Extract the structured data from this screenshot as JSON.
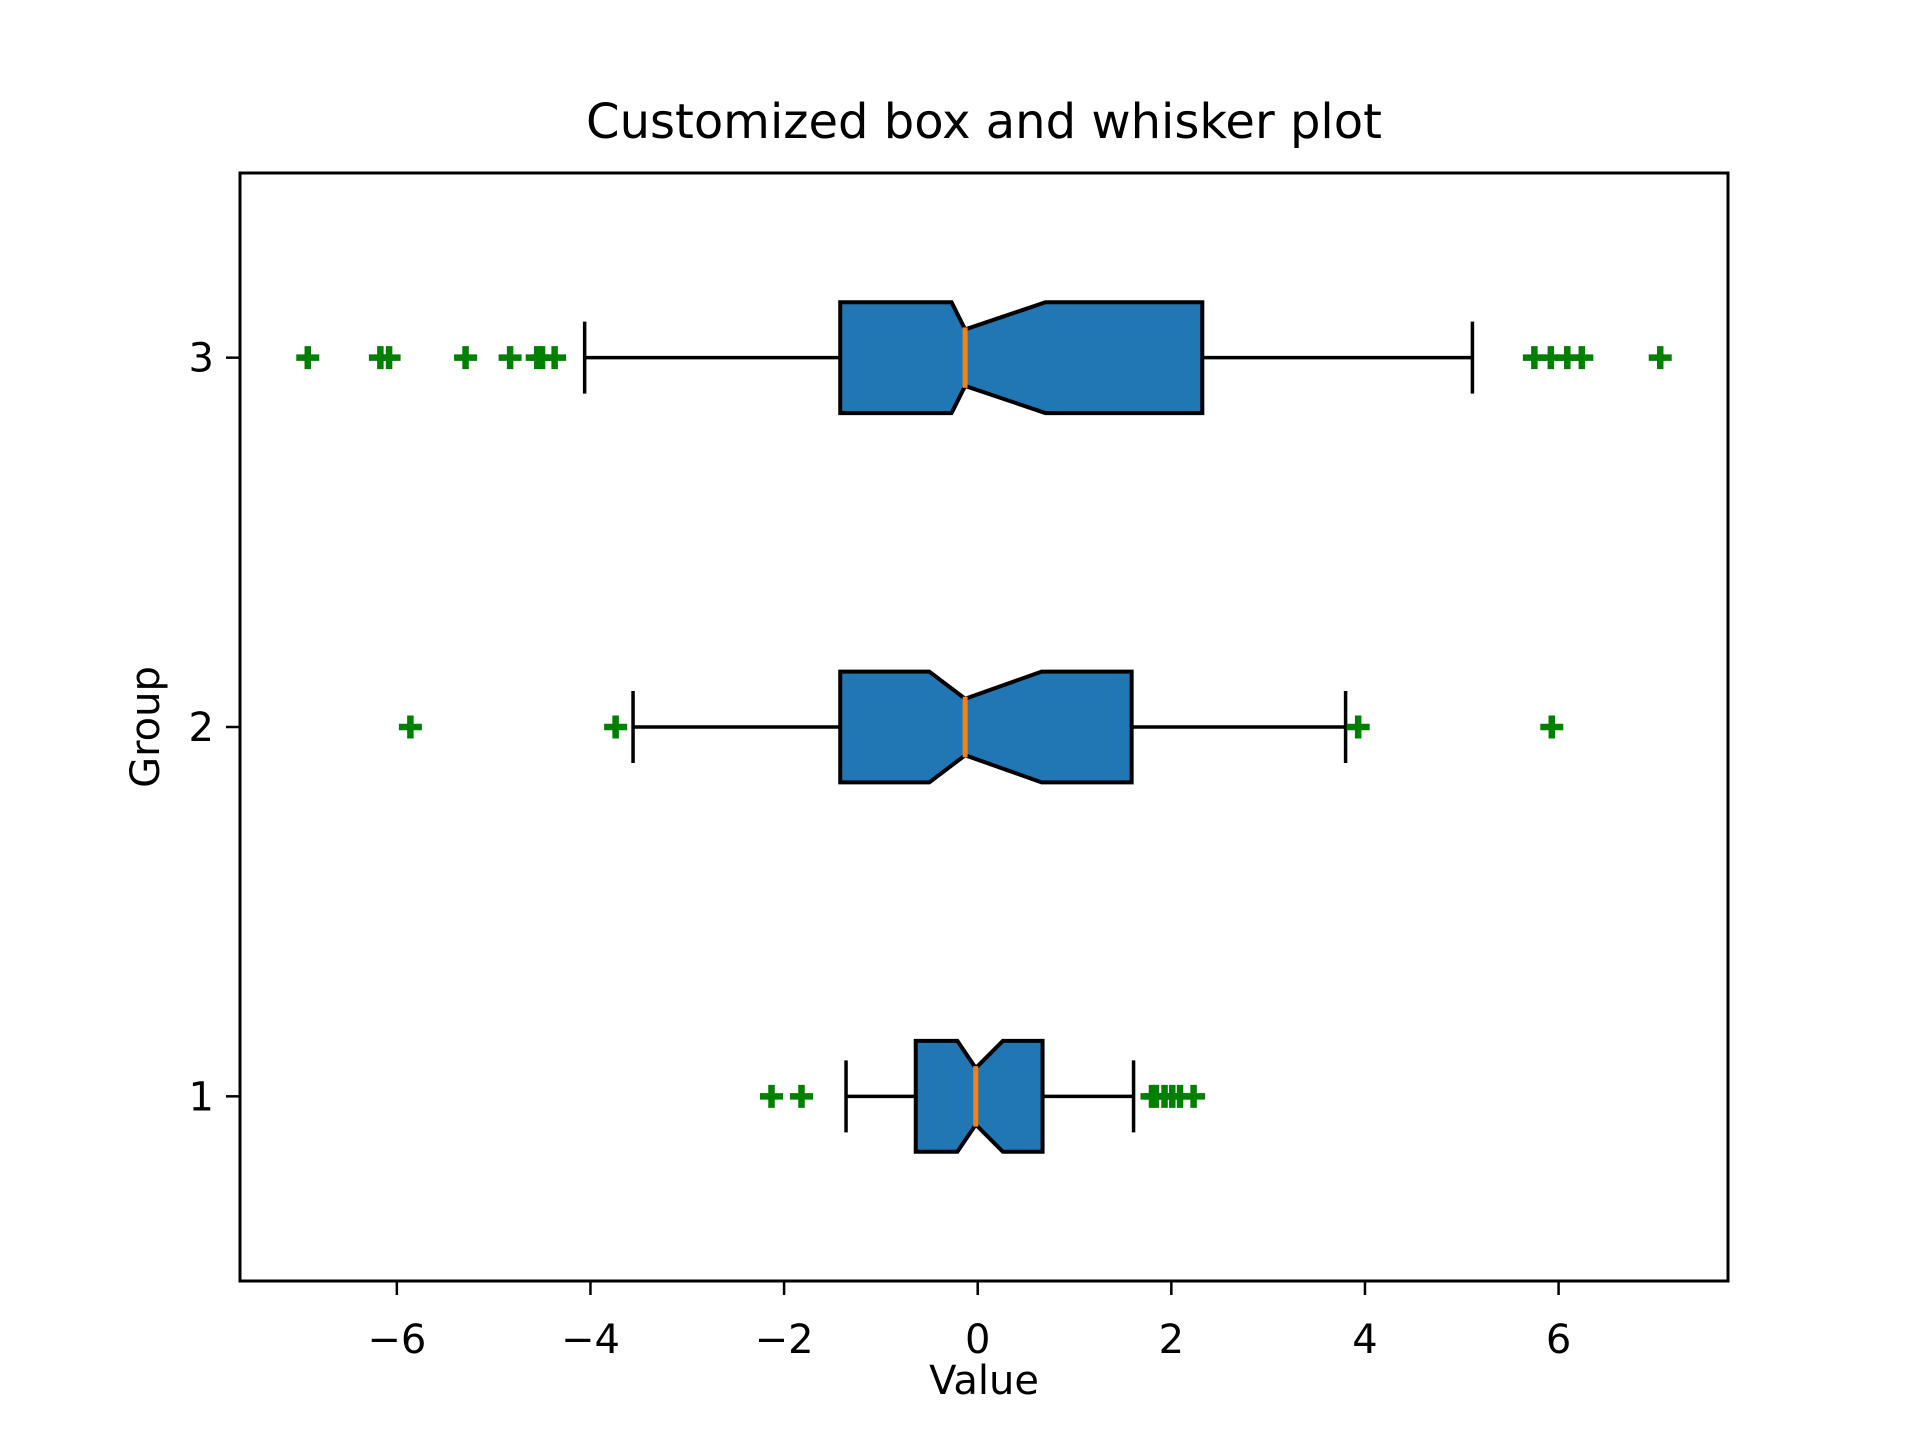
{
  "chart_data": {
    "type": "box",
    "orientation": "horizontal",
    "notched": true,
    "title": "Customized box and whisker plot",
    "xlabel": "Value",
    "ylabel": "Group",
    "xlim": [
      -7.62,
      7.75
    ],
    "ylim": [
      0.5,
      3.5
    ],
    "xticks": [
      -6,
      -4,
      -2,
      0,
      2,
      4,
      6
    ],
    "yticks": [
      1,
      2,
      3
    ],
    "grid": false,
    "box_width": 0.3,
    "flier_marker": "plus",
    "colors": {
      "box_fill": "#2077b4",
      "box_edge": "#000000",
      "median": "#ff7f0e",
      "whisker": "#000000",
      "cap": "#000000",
      "flier": "#008000",
      "spine": "#000000",
      "background": "#ffffff",
      "text": "#000000"
    },
    "groups": [
      {
        "label": "1",
        "position": 1,
        "whisker_low": -1.36,
        "q1": -0.64,
        "ci_low": -0.21,
        "median": -0.02,
        "ci_high": 0.26,
        "q3": 0.67,
        "whisker_high": 1.61,
        "fliers": [
          -2.13,
          -1.82,
          1.8,
          1.84,
          1.93,
          2.01,
          2.09,
          2.23
        ]
      },
      {
        "label": "2",
        "position": 2,
        "whisker_low": -3.56,
        "q1": -1.42,
        "ci_low": -0.5,
        "median": -0.13,
        "ci_high": 0.66,
        "q3": 1.59,
        "whisker_high": 3.8,
        "fliers": [
          -5.86,
          -3.74,
          3.93,
          5.93
        ]
      },
      {
        "label": "3",
        "position": 3,
        "whisker_low": -4.06,
        "q1": -1.42,
        "ci_low": -0.27,
        "median": -0.13,
        "ci_high": 0.7,
        "q3": 2.32,
        "whisker_high": 5.11,
        "fliers": [
          -6.92,
          -6.17,
          -6.08,
          -5.29,
          -4.83,
          -4.55,
          -4.5,
          -4.37,
          5.75,
          5.92,
          6.09,
          6.24,
          7.05
        ]
      }
    ]
  }
}
